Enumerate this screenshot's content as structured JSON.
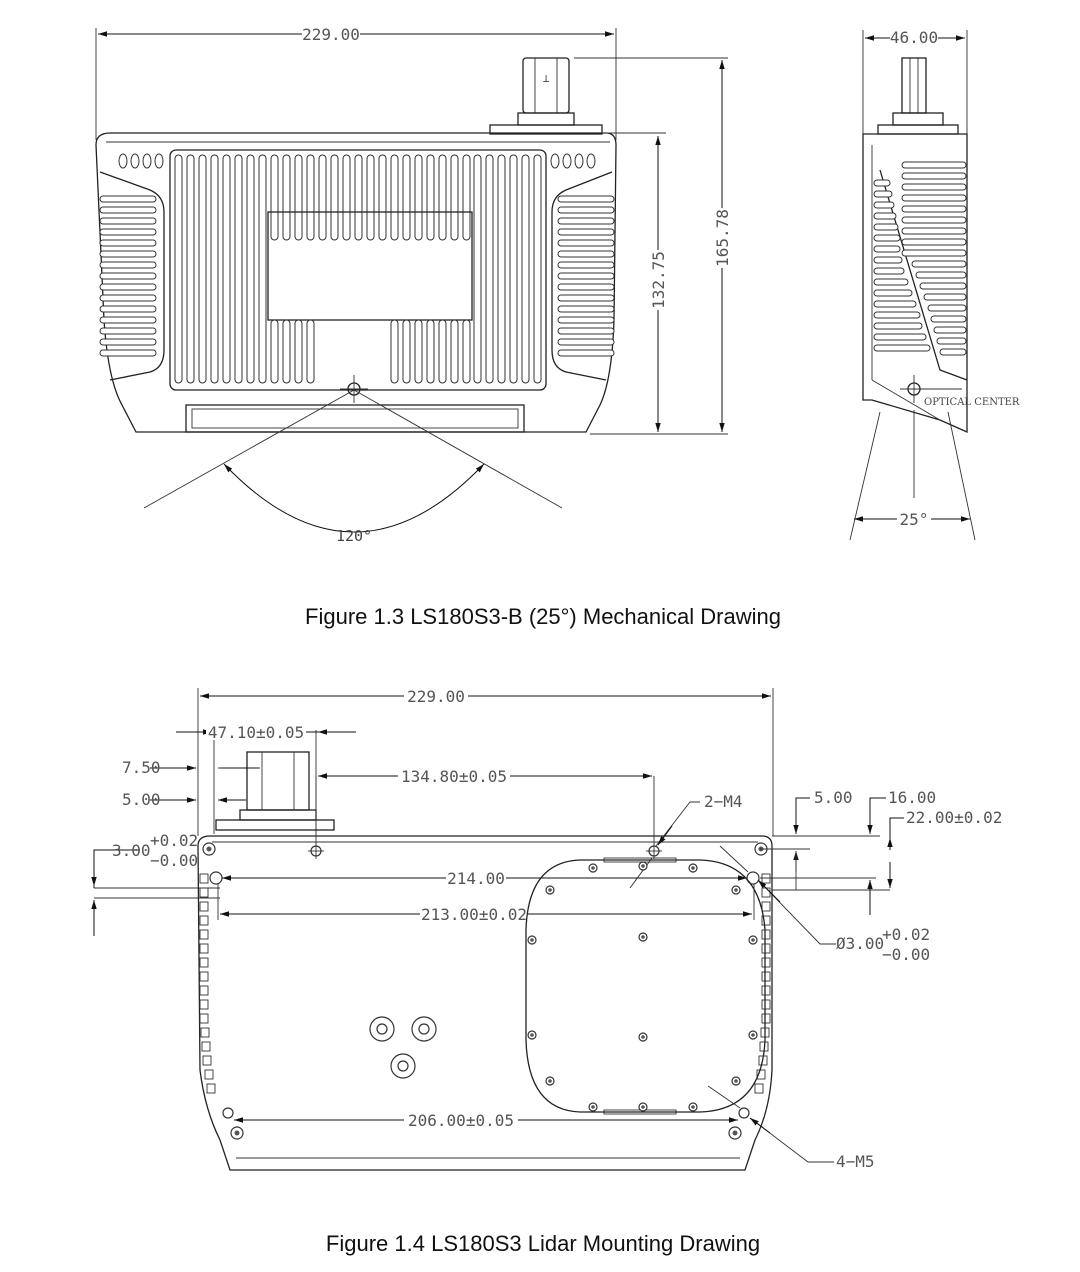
{
  "figure13": {
    "caption": "Figure 1.3 LS180S3-B (25°) Mechanical Drawing",
    "front": {
      "width": "229.00",
      "body_height": "132.75",
      "total_height": "165.78",
      "fov_angle": "120°",
      "connector_mark": "⊥"
    },
    "side": {
      "width": "46.00",
      "optical_center": "OPTICAL CENTER",
      "tilt_angle": "25°"
    }
  },
  "figure14": {
    "caption": "Figure 1.4 LS180S3 Lidar Mounting Drawing",
    "dims": {
      "overall_width": "229.00",
      "connector_offset": "47.10±0.05",
      "d_7_50": "7.50",
      "d_5_00": "5.00",
      "d_3_00": "3.00",
      "tol_plus": "+0.02",
      "tol_minus": "−0.00",
      "hole_spacing_134": "134.80±0.05",
      "thread_m4": "2−M4",
      "d_5_00_right": "5.00",
      "d_16_00": "16.00",
      "d_22_00": "22.00±0.02",
      "span_214": "214.00",
      "span_213": "213.00±0.02",
      "pin_dia": "Ø3.00",
      "pin_tol_plus": "+0.02",
      "pin_tol_minus": "−0.00",
      "span_206": "206.00±0.05",
      "thread_m5": "4−M5"
    }
  }
}
